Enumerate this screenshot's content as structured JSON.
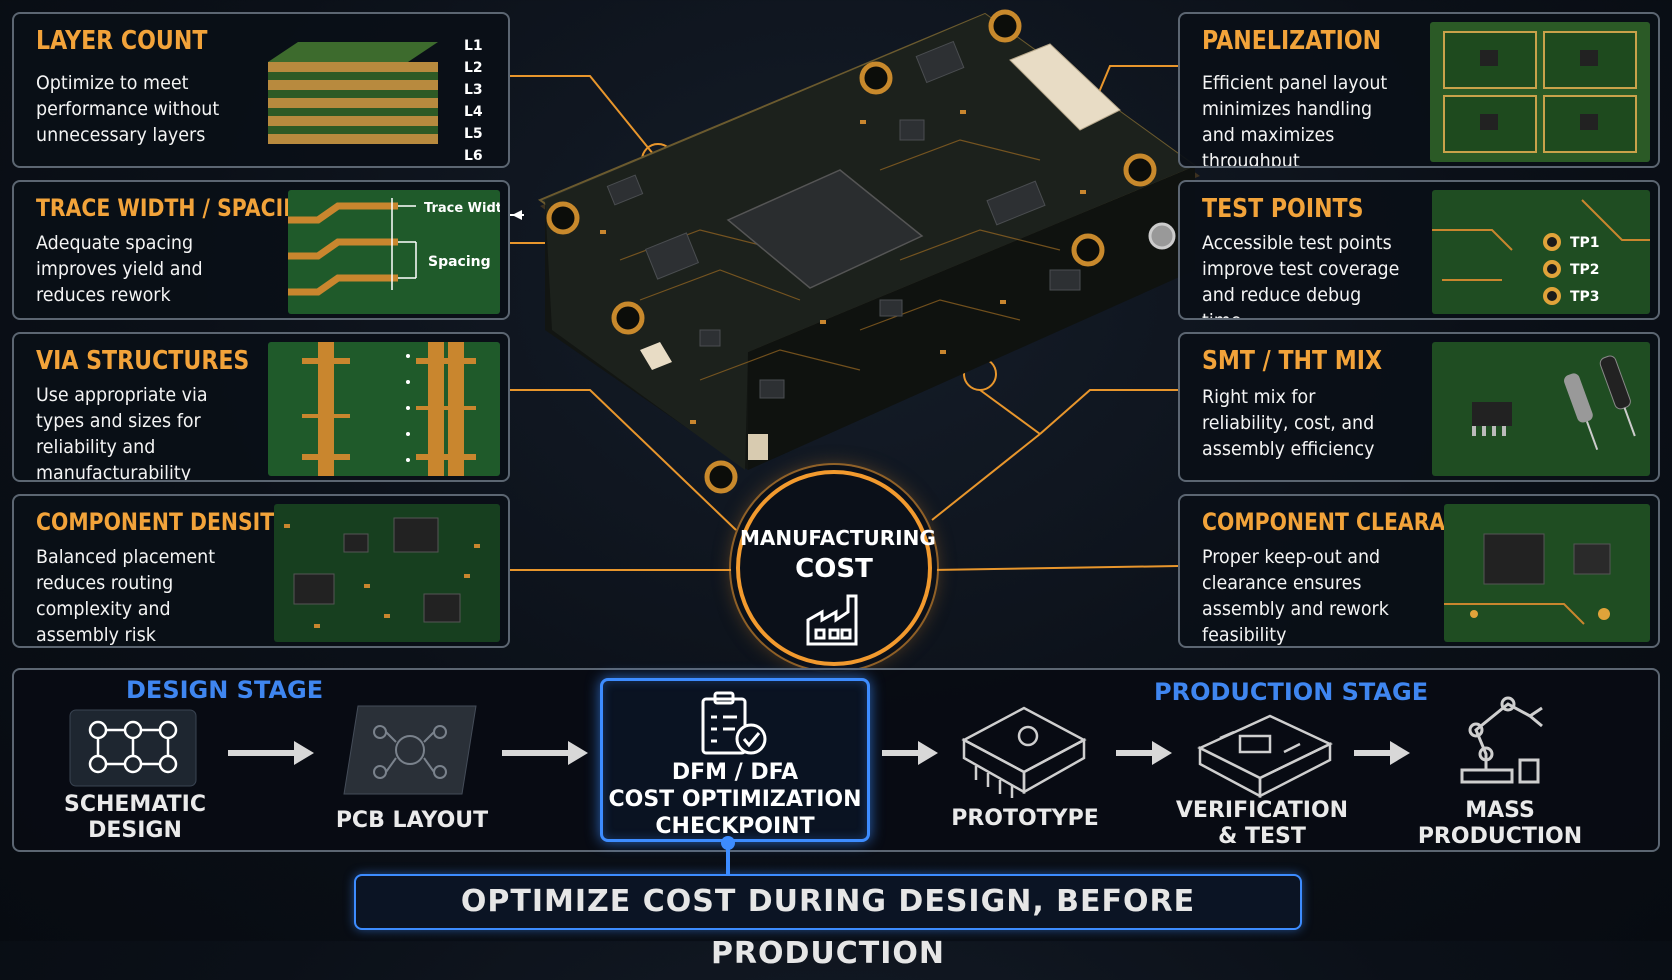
{
  "colors": {
    "accent_orange": "#f2a33a",
    "accent_blue": "#3d8cff",
    "pcb_green": "#1f5a2a",
    "copper": "#c9862e"
  },
  "left_cards": [
    {
      "title": "LAYER COUNT",
      "text": "Optimize to meet performance without unnecessary layers",
      "image": "layer-stack-image",
      "layers": [
        "L1",
        "L2",
        "L3",
        "L4",
        "L5",
        "L6"
      ]
    },
    {
      "title": "TRACE WIDTH / SPACING",
      "text": "Adequate spacing improves yield and reduces rework",
      "image": "trace-diagram-image",
      "labels": {
        "trace_width": "Trace Width",
        "spacing": "Spacing"
      }
    },
    {
      "title": "VIA STRUCTURES",
      "text": "Use appropriate via types and sizes for reliability and manufacturability",
      "image": "via-cross-section-image"
    },
    {
      "title": "COMPONENT DENSITY",
      "text": "Balanced placement reduces routing complexity and assembly risk",
      "image": "dense-board-image"
    }
  ],
  "right_cards": [
    {
      "title": "PANELIZATION",
      "text": "Efficient panel layout minimizes handling and maximizes throughput",
      "image": "panel-image"
    },
    {
      "title": "TEST POINTS",
      "text": "Accessible test points improve test coverage and reduce debug time",
      "image": "test-points-image",
      "labels": [
        "TP1",
        "TP2",
        "TP3"
      ]
    },
    {
      "title": "SMT / THT MIX",
      "text": "Right mix for reliability, cost, and assembly efficiency",
      "image": "smt-tht-image"
    },
    {
      "title": "COMPONENT CLEARANCE",
      "text": "Proper keep-out and clearance ensures assembly and rework feasibility",
      "image": "clearance-image"
    }
  ],
  "hub": {
    "line1": "MANUFACTURING",
    "line2": "COST",
    "icon": "factory-icon"
  },
  "workflow": {
    "design_stage_label": "DESIGN STAGE",
    "production_stage_label": "PRODUCTION STAGE",
    "steps": [
      {
        "label": "SCHEMATIC\nDESIGN",
        "icon": "schematic-icon"
      },
      {
        "label": "PCB LAYOUT",
        "icon": "pcb-layout-icon"
      },
      {
        "label": "DFM / DFA\nCOST OPTIMIZATION\nCHECKPOINT",
        "icon": "checklist-icon"
      },
      {
        "label": "PROTOTYPE",
        "icon": "prototype-chip-icon"
      },
      {
        "label": "VERIFICATION\n& TEST",
        "icon": "test-board-icon"
      },
      {
        "label": "MASS\nPRODUCTION",
        "icon": "robot-arm-icon"
      }
    ]
  },
  "banner": "OPTIMIZE COST DURING DESIGN, BEFORE PRODUCTION"
}
